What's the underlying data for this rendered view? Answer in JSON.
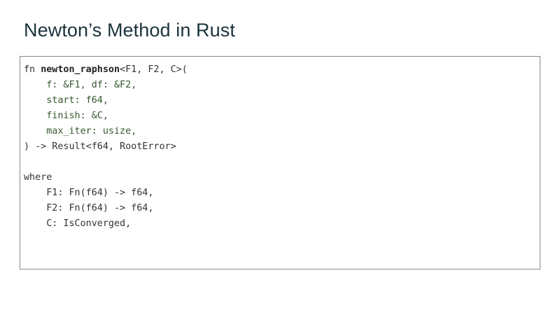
{
  "slide": {
    "title": "Newton’s Method in Rust",
    "background_color": "#ffffff",
    "title_color": "#1b333c"
  },
  "code_block": {
    "language": "rust",
    "border_color": "#8a8a8a",
    "background_color": "#ffffff",
    "plain_color": "#333333",
    "accent_color": "#35582f",
    "lines": [
      {
        "index": 1,
        "text": "fn newton_raphson<F1, F2, C>("
      },
      {
        "index": 2,
        "text": "    f: &F1, df: &F2,"
      },
      {
        "index": 3,
        "text": "    start: f64,"
      },
      {
        "index": 4,
        "text": "    finish: &C,"
      },
      {
        "index": 5,
        "text": "    max_iter: usize,"
      },
      {
        "index": 6,
        "text": ") -> Result<f64, RootError>"
      },
      {
        "index": 7,
        "text": ""
      },
      {
        "index": 8,
        "text": "where"
      },
      {
        "index": 9,
        "text": "    F1: Fn(f64) -> f64,"
      },
      {
        "index": 10,
        "text": "    F2: Fn(f64) -> f64,"
      },
      {
        "index": 11,
        "text": "    C: IsConverged,"
      }
    ],
    "line1_segments": {
      "keyword": "fn ",
      "fn_name": "newton_raphson",
      "generics": "<F1, F2, C>("
    }
  }
}
